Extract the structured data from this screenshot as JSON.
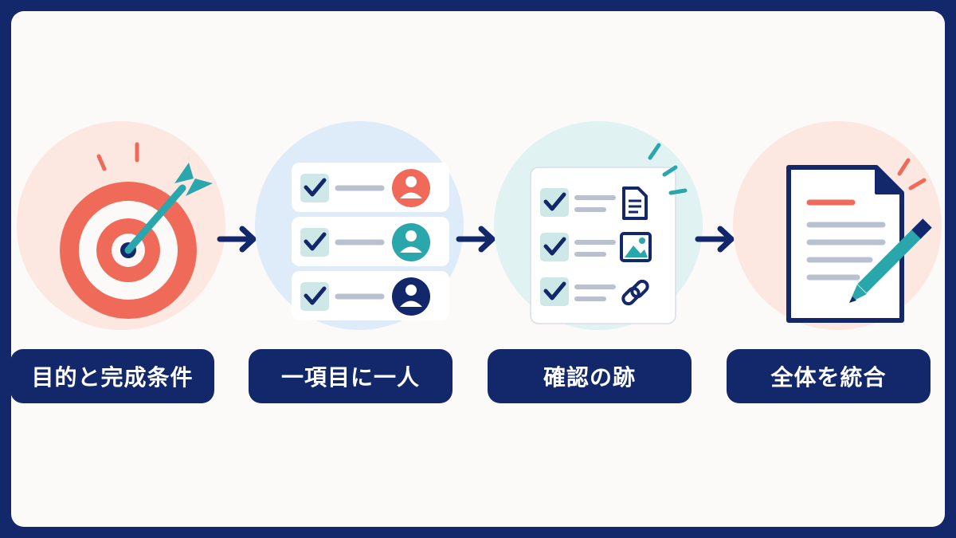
{
  "colors": {
    "navy": "#13286a",
    "coral": "#ef6a58",
    "teal": "#2aa6ad",
    "check_bg": "#cde8e6",
    "line_gray": "#b9c0cf",
    "peach_bg": "#fce7e1",
    "blue_bg": "#deebf8",
    "mint_bg": "#e1f2f3"
  },
  "steps": [
    {
      "label": "目的と完成条件",
      "icon": "target-with-dart-icon"
    },
    {
      "label": "一項目に一人",
      "icon": "assigned-checklist-icon"
    },
    {
      "label": "確認の跡",
      "icon": "verified-evidence-checklist-icon"
    },
    {
      "label": "全体を統合",
      "icon": "document-with-pencil-icon"
    }
  ]
}
